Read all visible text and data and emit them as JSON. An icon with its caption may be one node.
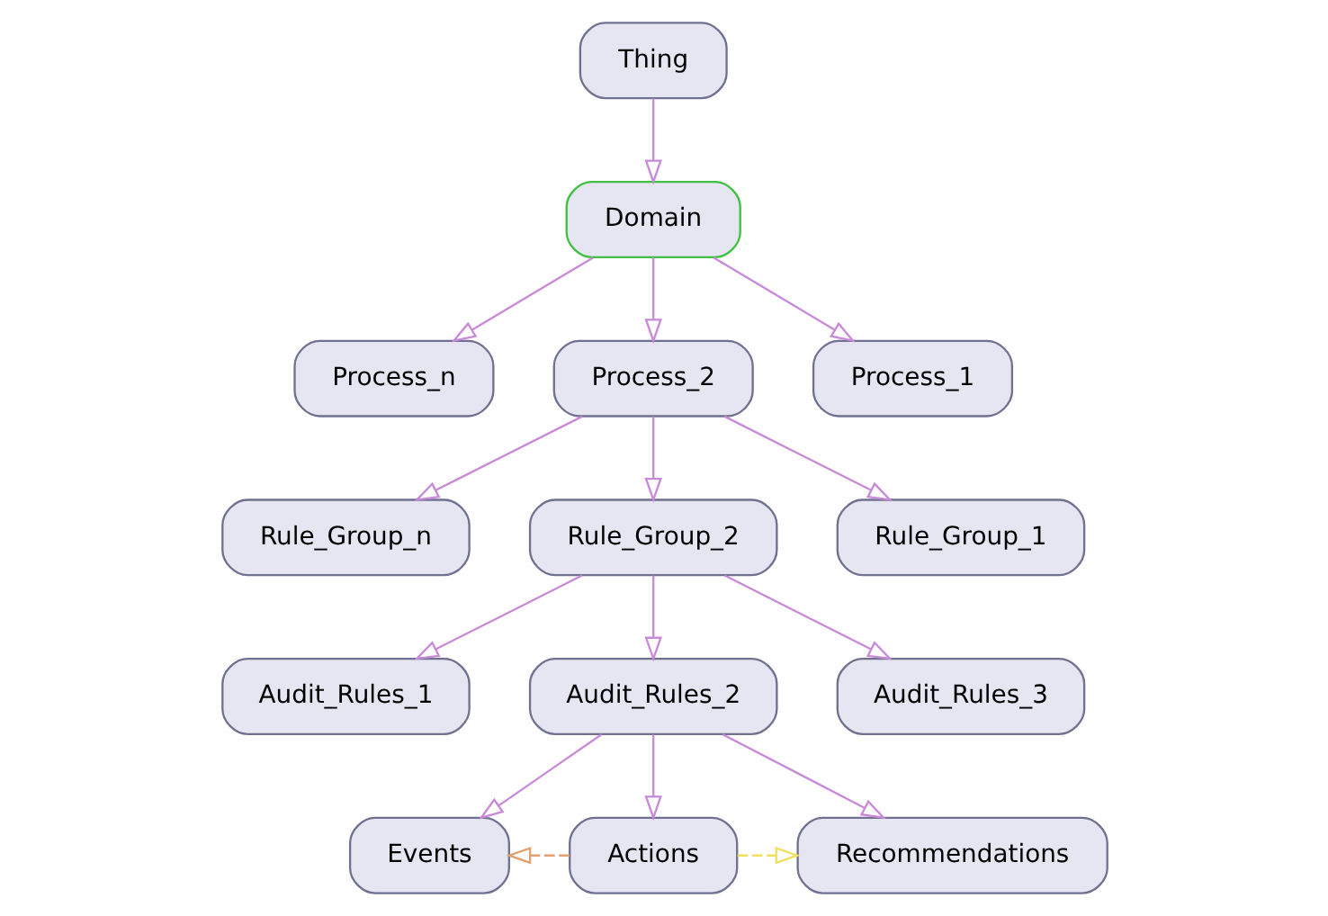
{
  "diagram": {
    "nodes": [
      {
        "text": [
          "Thing"
        ]
      },
      {
        "text": [
          "Domain"
        ]
      },
      {
        "text": [
          "Process_n"
        ]
      },
      {
        "text": [
          "Process_2"
        ]
      },
      {
        "text": [
          "Process_1"
        ]
      },
      {
        "text": [
          "Rule_Group_n"
        ]
      },
      {
        "text": [
          "Rule_Group_2"
        ]
      },
      {
        "text": [
          "Rule_Group_1"
        ]
      },
      {
        "text": [
          "Audit_Rules_1"
        ]
      },
      {
        "text": [
          "Audit_Rules_2"
        ]
      },
      {
        "text": [
          "Audit_Rules_3"
        ]
      },
      {
        "text": [
          "Events"
        ]
      },
      {
        "text": [
          "Actions"
        ]
      },
      {
        "text": [
          "Recommendations"
        ]
      }
    ],
    "edges": [
      {
        "from": 0,
        "to": 1,
        "arrow": "to"
      },
      {
        "from": 1,
        "to": 2,
        "arrow": "to"
      },
      {
        "from": 1,
        "to": 3,
        "arrow": "to"
      },
      {
        "from": 1,
        "to": 4,
        "arrow": "to"
      },
      {
        "from": 3,
        "to": 5,
        "arrow": "to"
      },
      {
        "from": 3,
        "to": 6,
        "arrow": "to"
      },
      {
        "from": 3,
        "to": 7,
        "arrow": "to"
      },
      {
        "from": 6,
        "to": 8,
        "arrow": "to"
      },
      {
        "from": 6,
        "to": 9,
        "arrow": "to"
      },
      {
        "from": 6,
        "to": 10,
        "arrow": "to"
      },
      {
        "from": 9,
        "to": 11,
        "arrow": "to"
      },
      {
        "from": 9,
        "to": 12,
        "arrow": "to"
      },
      {
        "from": 9,
        "to": 13,
        "arrow": "to"
      },
      {
        "from": 12,
        "to": 11,
        "arrow": "to",
        "style": "dashed",
        "color": "#e0a070"
      },
      {
        "from": 12,
        "to": 13,
        "arrow": "to",
        "style": "dashed",
        "color": "#f0e060"
      }
    ]
  }
}
